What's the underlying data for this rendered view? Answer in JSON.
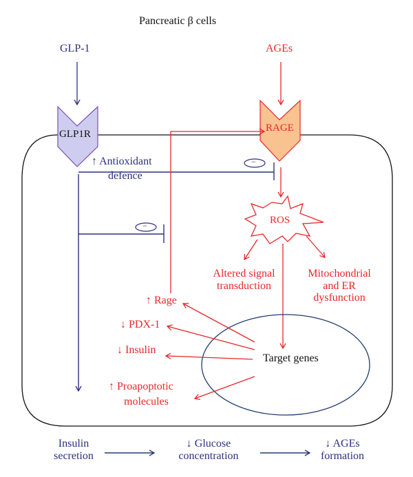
{
  "title": "Pancreatic β cells",
  "ligands": {
    "glp1": "GLP-1",
    "ages": "AGEs"
  },
  "receptors": {
    "glp1r": "GLP1R",
    "rage": "RAGE"
  },
  "labels": {
    "antioxidant_line1": "↑ Antioxidant",
    "antioxidant_line2": "defence",
    "ros": "ROS",
    "altered_line1": "Altered signal",
    "altered_line2": "transduction",
    "mito_line1": "Mitochondrial",
    "mito_line2": "and ER",
    "mito_line3": "dysfunction",
    "rage_up": "↑ Rage",
    "pdx1_down": "↓ PDX-1",
    "insulin_down": "↓ Insulin",
    "proapoptotic_line1": "↑ Proapoptotic",
    "proapoptotic_line2": "molecules",
    "target_genes": "Target genes",
    "inhibit_symbol": "−"
  },
  "bottom": {
    "insulin_line1": "Insulin",
    "insulin_line2": "secretion",
    "glucose_line1": "↓ Glucose",
    "glucose_line2": "concentration",
    "ages_line1": "↓ AGEs",
    "ages_line2": "formation"
  },
  "colors": {
    "blue": "#2b2f7e",
    "red": "#e8262a",
    "glp1r_fill": "#cfcdef",
    "glp1r_stroke": "#7a4fb0",
    "rage_fill": "#f9c291",
    "rage_stroke": "#e8262a"
  }
}
